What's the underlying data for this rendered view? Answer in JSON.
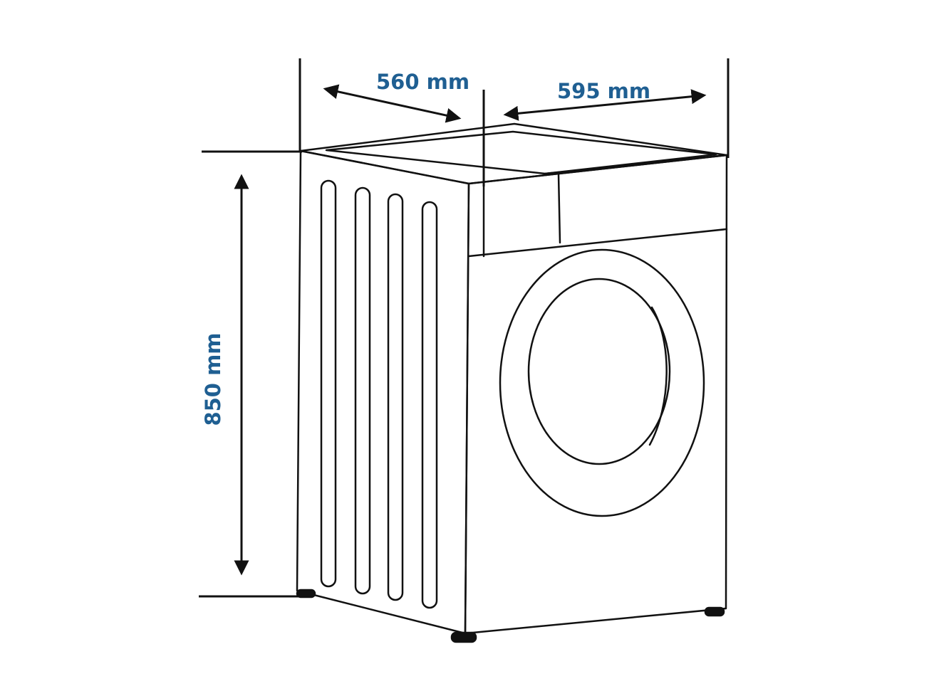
{
  "dimensions": {
    "depth": "560 mm",
    "width": "595 mm",
    "height": "850 mm"
  },
  "colors": {
    "line": "#111111",
    "label": "#1f5f92",
    "background": "#ffffff"
  }
}
